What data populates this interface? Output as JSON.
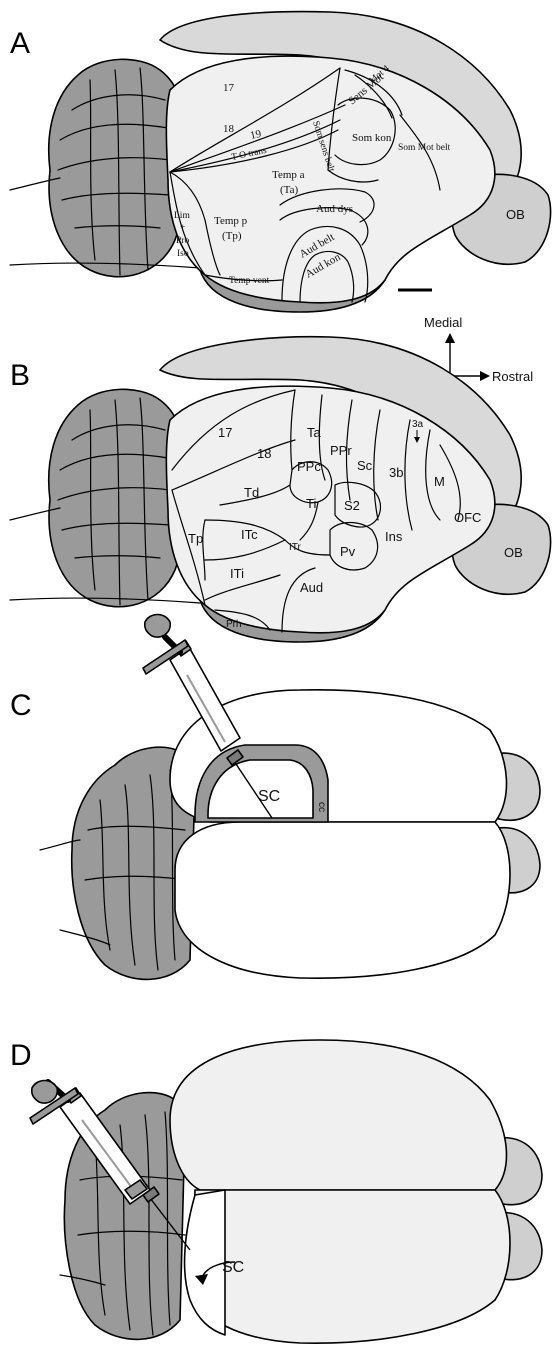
{
  "panels": {
    "A": {
      "letter": "A",
      "areas": {
        "a17": "17",
        "a18": "18",
        "a19": "19",
        "to_trans": "T-O trans",
        "som_sens_belt": "Som sens belt",
        "sens_mot": "Sens Mot",
        "mot4": "Mot 4",
        "som_kon": "Som kon",
        "som_mot_belt": "Som Mot belt",
        "temp_a": "Temp a",
        "temp_a_abbr": "(Ta)",
        "temp_p": "Temp p",
        "temp_p_abbr": "(Tp)",
        "lim": "Lim",
        "plus": "+",
        "pro": "Pro",
        "iso": "Iso",
        "aud_dys": "Aud dys",
        "aud_belt": "Aud belt",
        "aud_kon": "Aud kon",
        "temp_vent": "Temp vent",
        "ob": "OB"
      }
    },
    "B": {
      "letter": "B",
      "areas": {
        "a17": "17",
        "a18": "18",
        "ta": "Ta",
        "ppr": "PPr",
        "ppc": "PPc",
        "sc": "Sc",
        "a3b": "3b",
        "a3a": "3a",
        "m": "M",
        "td": "Td",
        "ti": "Ti",
        "s2": "S2",
        "tp": "Tp",
        "itc": "ITc",
        "itr": "ITr",
        "pv": "Pv",
        "ins": "Ins",
        "ofc": "OFC",
        "ob": "OB",
        "iti": "ITi",
        "aud": "Aud",
        "prh": "Prh"
      }
    },
    "C": {
      "letter": "C",
      "sc": "SC",
      "cc": "cc"
    },
    "D": {
      "letter": "D",
      "sc": "SC"
    }
  },
  "compass": {
    "medial": "Medial",
    "rostral": "Rostral"
  }
}
